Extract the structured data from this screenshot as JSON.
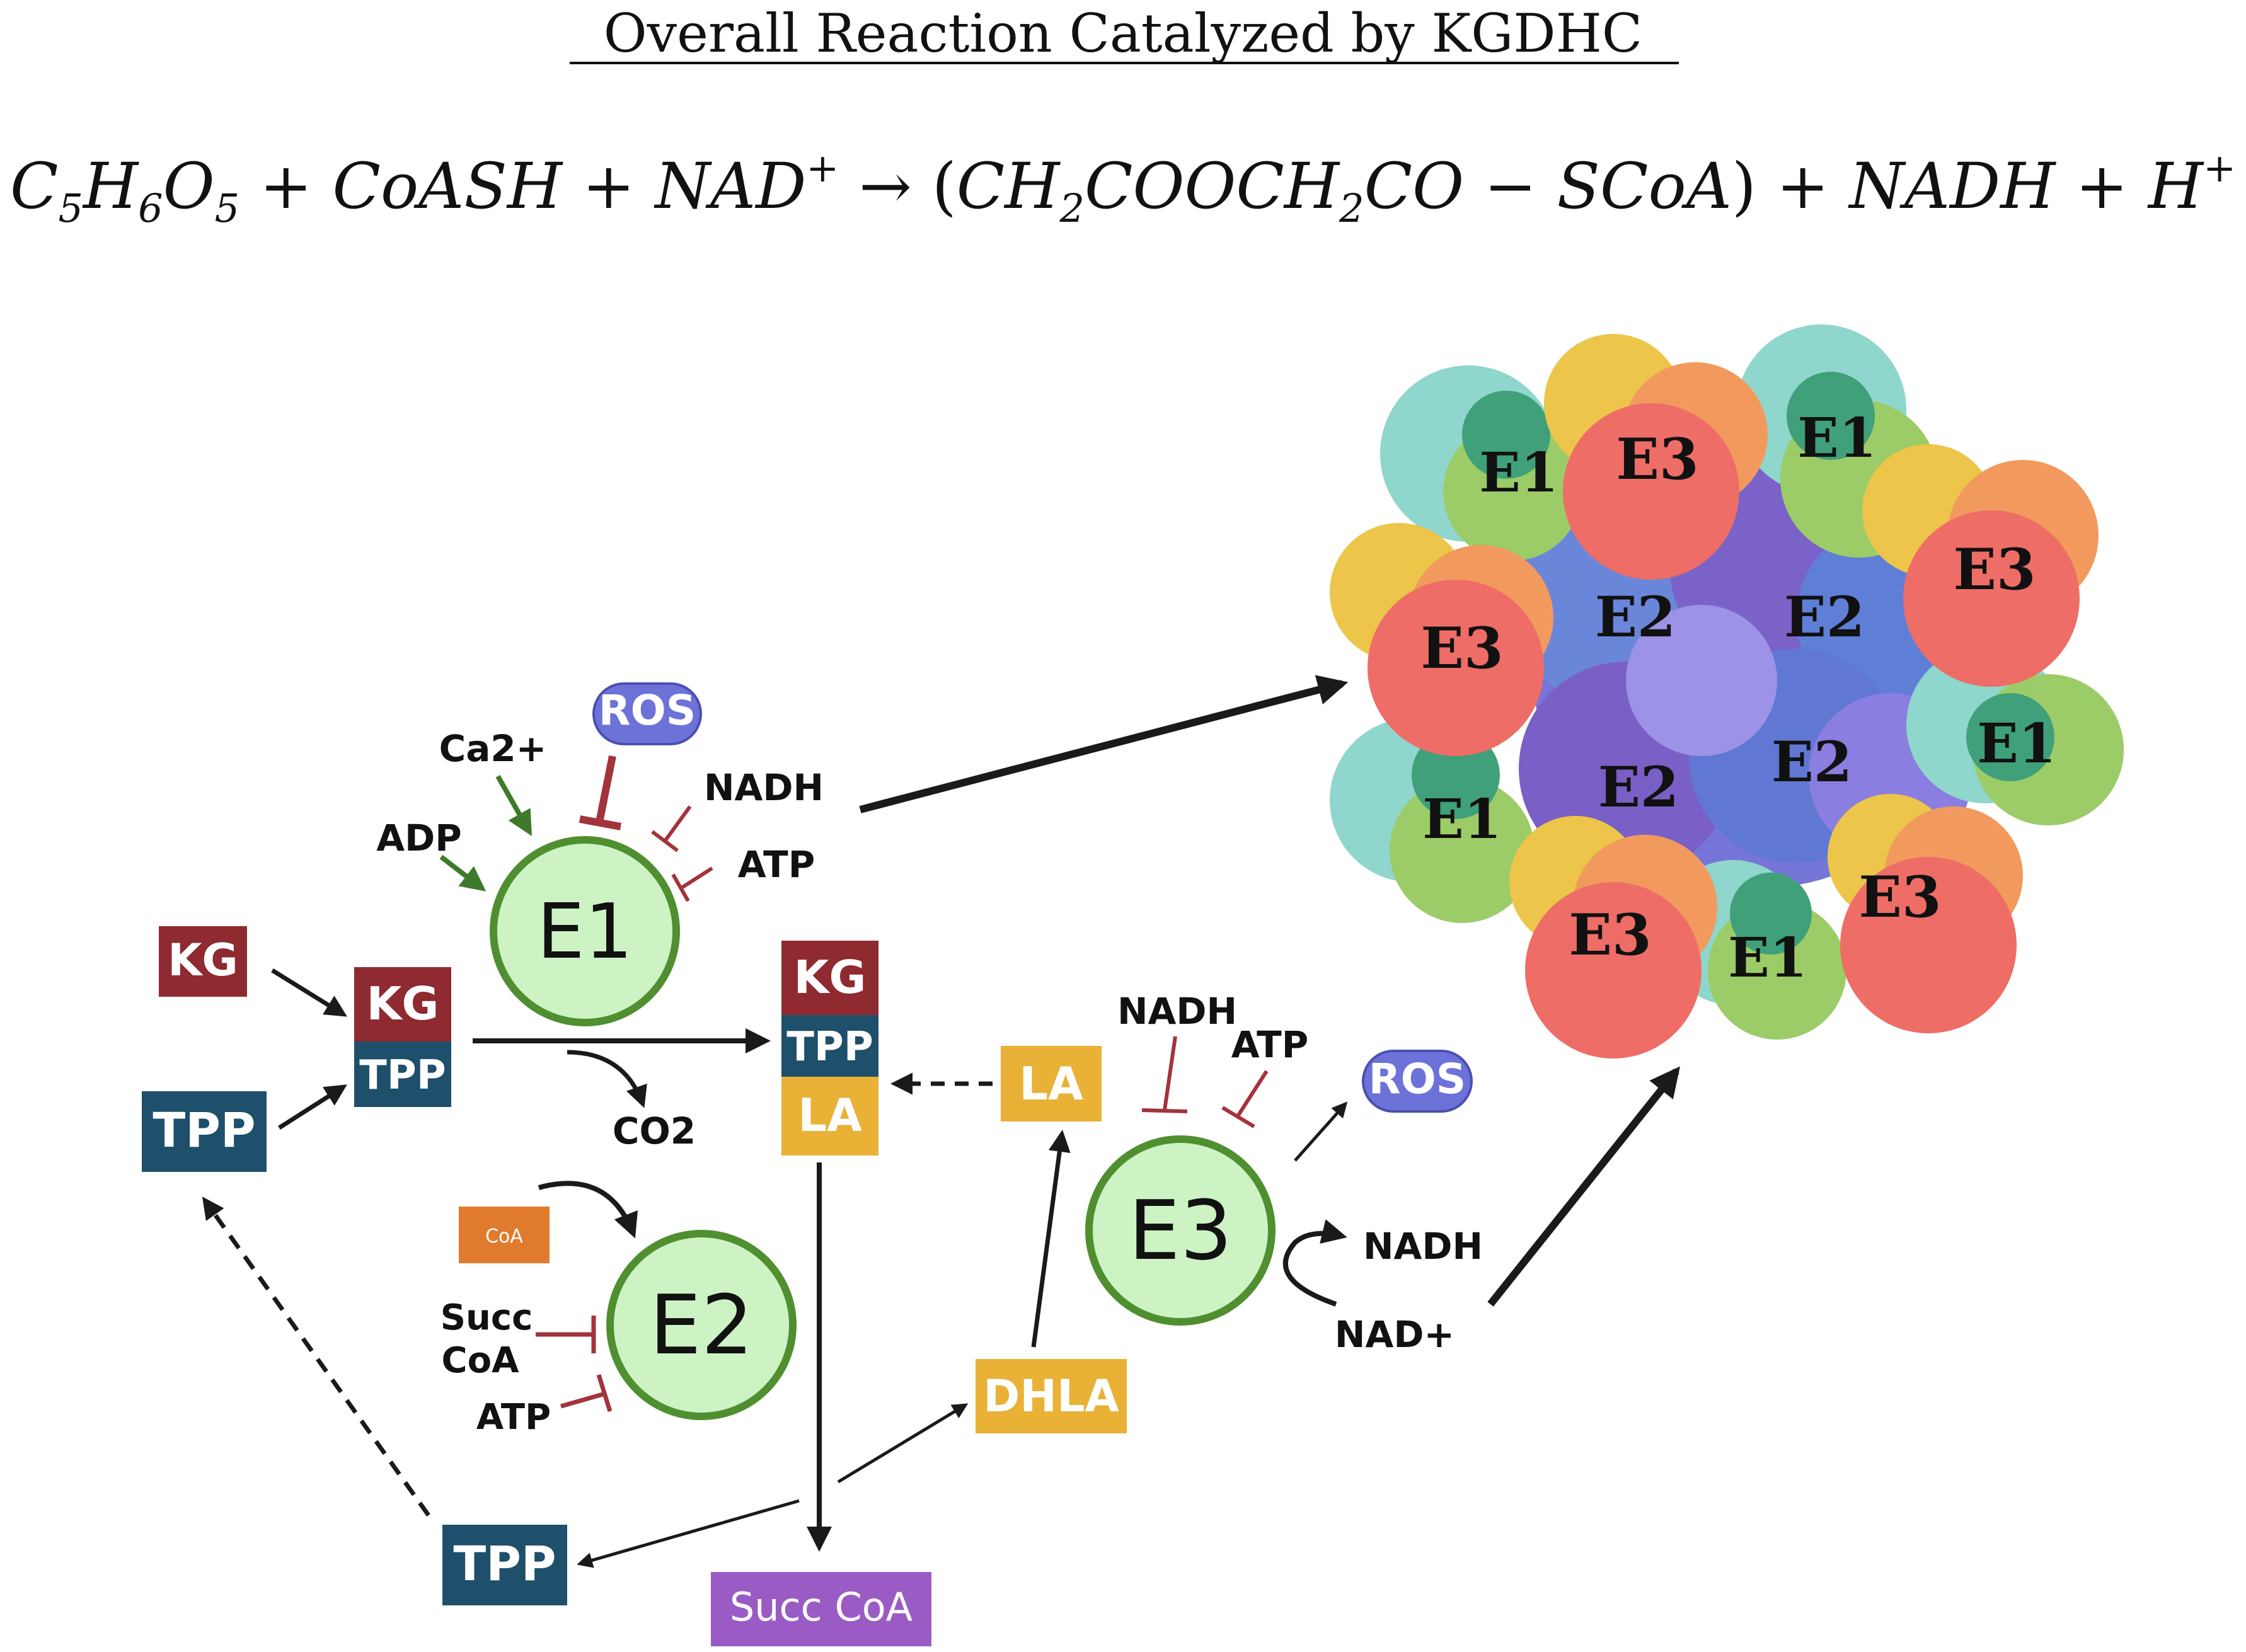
{
  "title": "Overall Reaction Catalyzed by KGDHC",
  "equation": {
    "reactant1": {
      "main": "C",
      "s1": "5",
      "m2": "H",
      "s2": "6",
      "m3": "O",
      "s3": "5"
    },
    "plus1": "+",
    "reactant2": "CoASH",
    "plus2": "+",
    "reactant3": {
      "main": "NAD",
      "sup": "+"
    },
    "arrow": "→",
    "product1": {
      "open": "(",
      "a": "CH",
      "s1": "2",
      "b": "COOCH",
      "s2": "2",
      "c": "CO",
      "dash": "−",
      "d": "SCoA",
      "close": ")"
    },
    "plus3": "+",
    "product2": "NADH",
    "plus4": "+",
    "product3": {
      "main": "H",
      "sup": "+"
    }
  },
  "enzymes": {
    "e1": "E1",
    "e2": "E2",
    "e3": "E3"
  },
  "pathway": {
    "kg": "KG",
    "tpp": "TPP",
    "la": "LA",
    "dhla": "DHLA",
    "co2": "CO2",
    "coa": "CoA",
    "succ_coa": "Succ CoA",
    "succ_coa_line1": "Succ",
    "succ_coa_line2": "CoA",
    "ros": "ROS",
    "nadh": "NADH",
    "nad_plus": "NAD+",
    "atp": "ATP",
    "adp": "ADP",
    "ca2": "Ca2+"
  },
  "complex": {
    "subunits": {
      "e1": "E1",
      "e2": "E2",
      "e3": "E3"
    }
  },
  "colors": {
    "enzyme_fill": "#cdf3c4",
    "enzyme_stroke": "#4f8f30",
    "kg": "#8e2a30",
    "tpp": "#1e4f6b",
    "la": "#e9b136",
    "coa": "#e07a2d",
    "succ_coa": "#9a5cc4",
    "ros": "#6d72d8",
    "activate": "#3f7a2a",
    "inhibit": "#a3333c",
    "e1_unit": "#7fcfc4",
    "e2_unit": "#6b78d6",
    "e3_unit": "#ee6d66"
  }
}
